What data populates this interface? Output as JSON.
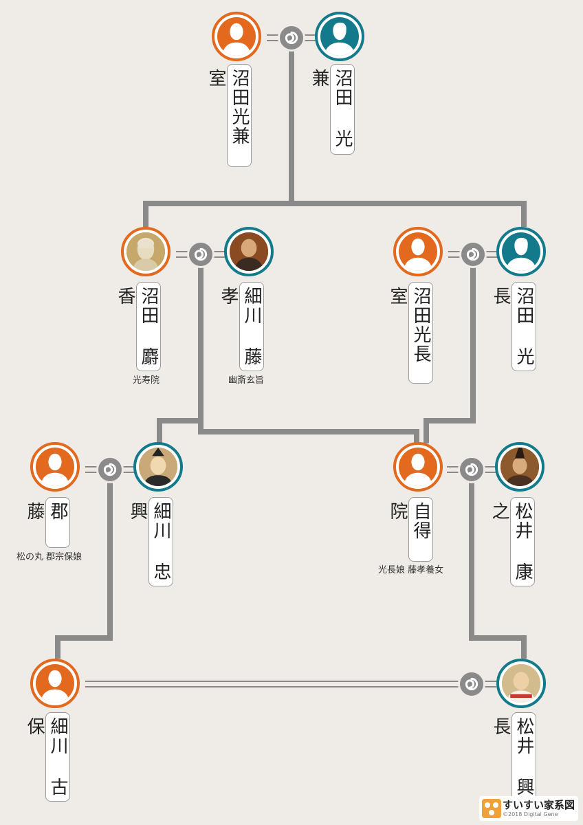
{
  "colors": {
    "female": "#e2691d",
    "male": "#137a8b",
    "line": "#8a8a8a",
    "background": "#efece7"
  },
  "people": {
    "mitsukane_shitsu": {
      "name": "沼田光兼室",
      "gender": "female",
      "icon": "female-silhouette-icon"
    },
    "mitsukane": {
      "name": "沼田 光兼",
      "gender": "male",
      "icon": "male-silhouette-icon"
    },
    "jakō": {
      "name": "沼田 麝香",
      "note": "光寿院",
      "gender": "female",
      "icon": "portrait-icon"
    },
    "fujitaka": {
      "name": "細川 藤孝",
      "note": "幽斎玄旨",
      "gender": "male",
      "icon": "portrait-icon"
    },
    "mitsunaga_shitsu": {
      "name": "沼田光長室",
      "gender": "female",
      "icon": "female-silhouette-icon"
    },
    "mitsunaga": {
      "name": "沼田 光長",
      "gender": "male",
      "icon": "male-silhouette-icon"
    },
    "kōri_fuji": {
      "name": "郡 藤",
      "note": "松の丸 郡宗保娘",
      "gender": "female",
      "icon": "female-silhouette-icon"
    },
    "tadaoki": {
      "name": "細川 忠興",
      "gender": "male",
      "icon": "portrait-icon"
    },
    "jitokuin": {
      "name": "自得院",
      "note": "光長娘 藤孝養女",
      "gender": "female",
      "icon": "female-silhouette-icon"
    },
    "yasuyuki": {
      "name": "松井 康之",
      "gender": "male",
      "icon": "portrait-icon"
    },
    "koho": {
      "name": "細川 古保",
      "gender": "female",
      "icon": "female-silhouette-icon"
    },
    "okinaga": {
      "name": "松井 興長",
      "gender": "male",
      "icon": "portrait-icon"
    }
  },
  "brand": {
    "name": "すいすい家系図",
    "copyright": "©2018 Digital Gene"
  }
}
